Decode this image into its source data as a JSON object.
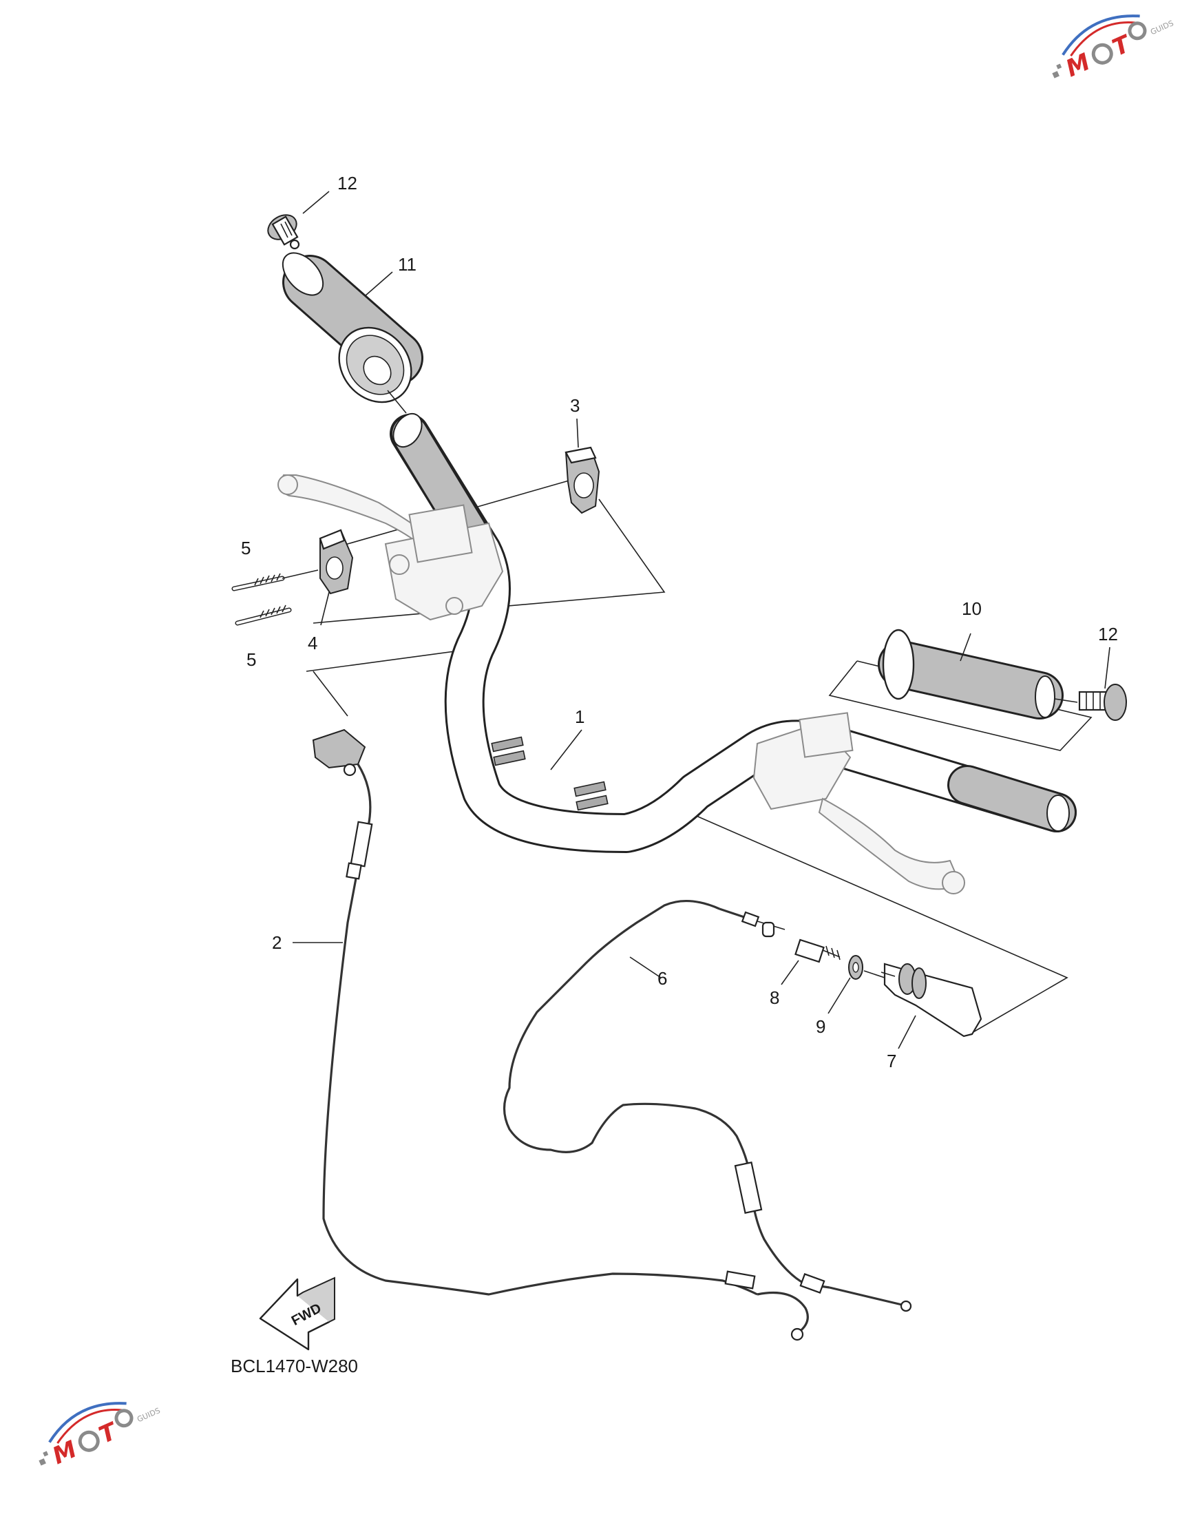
{
  "diagram": {
    "drawing_code": "BCL1470-W280",
    "fwd_label": "FWD",
    "callouts": [
      {
        "id": "c12a",
        "label": "12"
      },
      {
        "id": "c11",
        "label": "11"
      },
      {
        "id": "c3",
        "label": "3"
      },
      {
        "id": "c5a",
        "label": "5"
      },
      {
        "id": "c5b",
        "label": "5"
      },
      {
        "id": "c4",
        "label": "4"
      },
      {
        "id": "c10",
        "label": "10"
      },
      {
        "id": "c12b",
        "label": "12"
      },
      {
        "id": "c1",
        "label": "1"
      },
      {
        "id": "c2",
        "label": "2"
      },
      {
        "id": "c6",
        "label": "6"
      },
      {
        "id": "c8",
        "label": "8"
      },
      {
        "id": "c9",
        "label": "9"
      },
      {
        "id": "c7",
        "label": "7"
      }
    ]
  },
  "watermark": {
    "brand_letters": [
      "M",
      "O",
      "T",
      "O"
    ],
    "tagline": "GUIDS",
    "colors": {
      "red": "#d42a2a",
      "blue": "#3f6fc0",
      "grey": "#8a8a8a"
    }
  }
}
